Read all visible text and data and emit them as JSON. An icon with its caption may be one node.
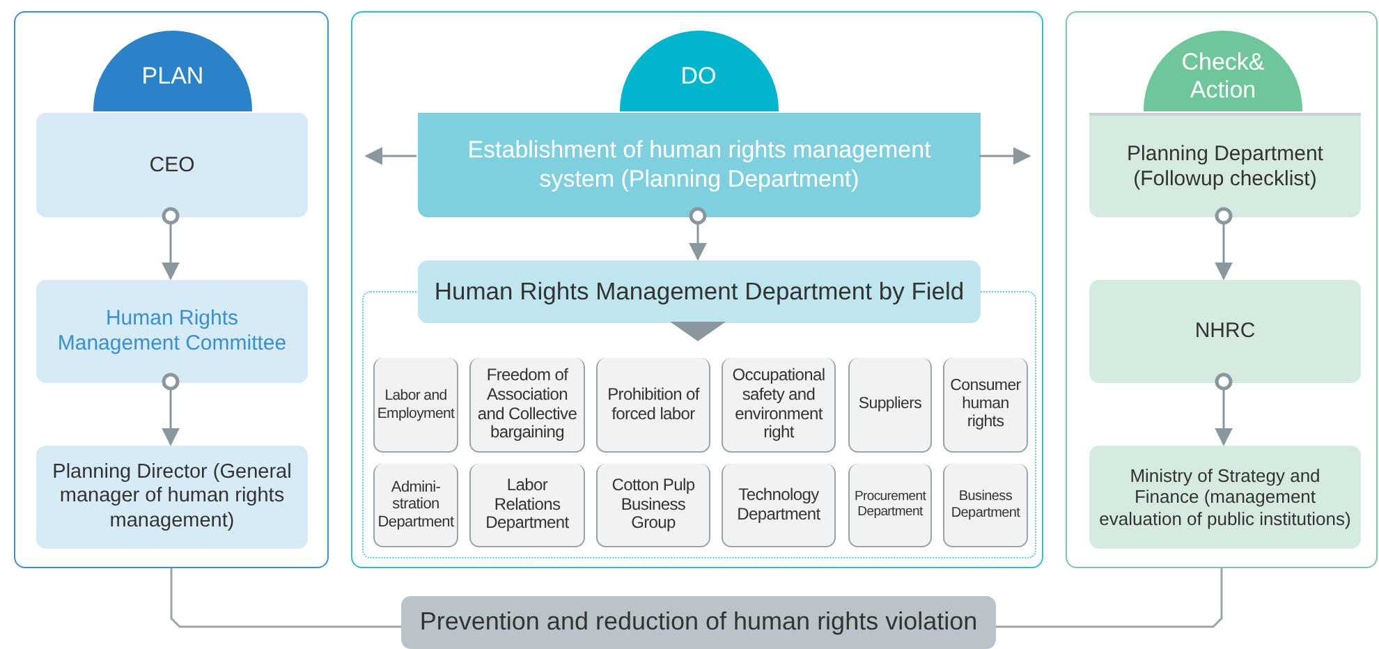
{
  "diagram": {
    "nodes": [
      {
        "text": [
          "PLAN"
        ]
      },
      {
        "text": [
          "CEO"
        ],
        "in": 0
      },
      {
        "text": [
          "Human Rights Management Committee"
        ],
        "in": 0
      },
      {
        "text": [
          "Planning Director (General manager of human rights management)"
        ],
        "in": 0
      },
      {
        "text": [
          "DO"
        ]
      },
      {
        "text": [
          "Establishment of human rights management system (Planning Department)"
        ],
        "in": 4
      },
      {
        "text": [],
        "shape": "box",
        "in": 4
      },
      {
        "text": [
          "Human Rights Management Department by Field"
        ],
        "in": 4
      },
      {
        "text": [
          "Labor and Employment"
        ],
        "in": 6
      },
      {
        "text": [
          "Freedom of Association and Collective bargaining"
        ],
        "in": 6
      },
      {
        "text": [
          "Prohibition of forced labor"
        ],
        "in": 6
      },
      {
        "text": [
          "Occupational safety and environment right"
        ],
        "in": 6
      },
      {
        "text": [
          "Suppliers"
        ],
        "in": 6
      },
      {
        "text": [
          "Consumer human rights"
        ],
        "in": 6
      },
      {
        "text": [
          "Admini- stration Department"
        ],
        "in": 6
      },
      {
        "text": [
          "Labor Relations Department"
        ],
        "in": 6
      },
      {
        "text": [
          "Cotton Pulp Business Group"
        ],
        "in": 6
      },
      {
        "text": [
          "Technology Department"
        ],
        "in": 6
      },
      {
        "text": [
          "Procurement Department"
        ],
        "in": 6
      },
      {
        "text": [
          "Business Department"
        ],
        "in": 6
      },
      {
        "text": [
          "Check& Action"
        ]
      },
      {
        "text": [
          "Planning Department (Followup checklist)"
        ],
        "in": 20
      },
      {
        "text": [
          "NHRC"
        ],
        "in": 20
      },
      {
        "text": [
          "Ministry of Strategy and Finance (management evaluation of public institutions)"
        ],
        "in": 20
      },
      {
        "text": [
          "Prevention and reduction of human rights violation"
        ]
      }
    ],
    "edges": [
      {
        "from": 1,
        "to": 2,
        "arrow": "to"
      },
      {
        "from": 2,
        "to": 3,
        "arrow": "to"
      },
      {
        "from": 5,
        "to": 7,
        "arrow": "to"
      },
      {
        "from": 5,
        "to": null,
        "arrow": "to"
      },
      {
        "from": 5,
        "to": null,
        "arrow": "to"
      },
      {
        "from": 7,
        "to": 6,
        "arrow": "to"
      },
      {
        "from": 21,
        "to": 22,
        "arrow": "to"
      },
      {
        "from": 22,
        "to": 23,
        "arrow": "to"
      },
      {
        "from": 0,
        "to": 24,
        "arrow": "none"
      },
      {
        "from": 20,
        "to": 24,
        "arrow": "none"
      }
    ]
  }
}
